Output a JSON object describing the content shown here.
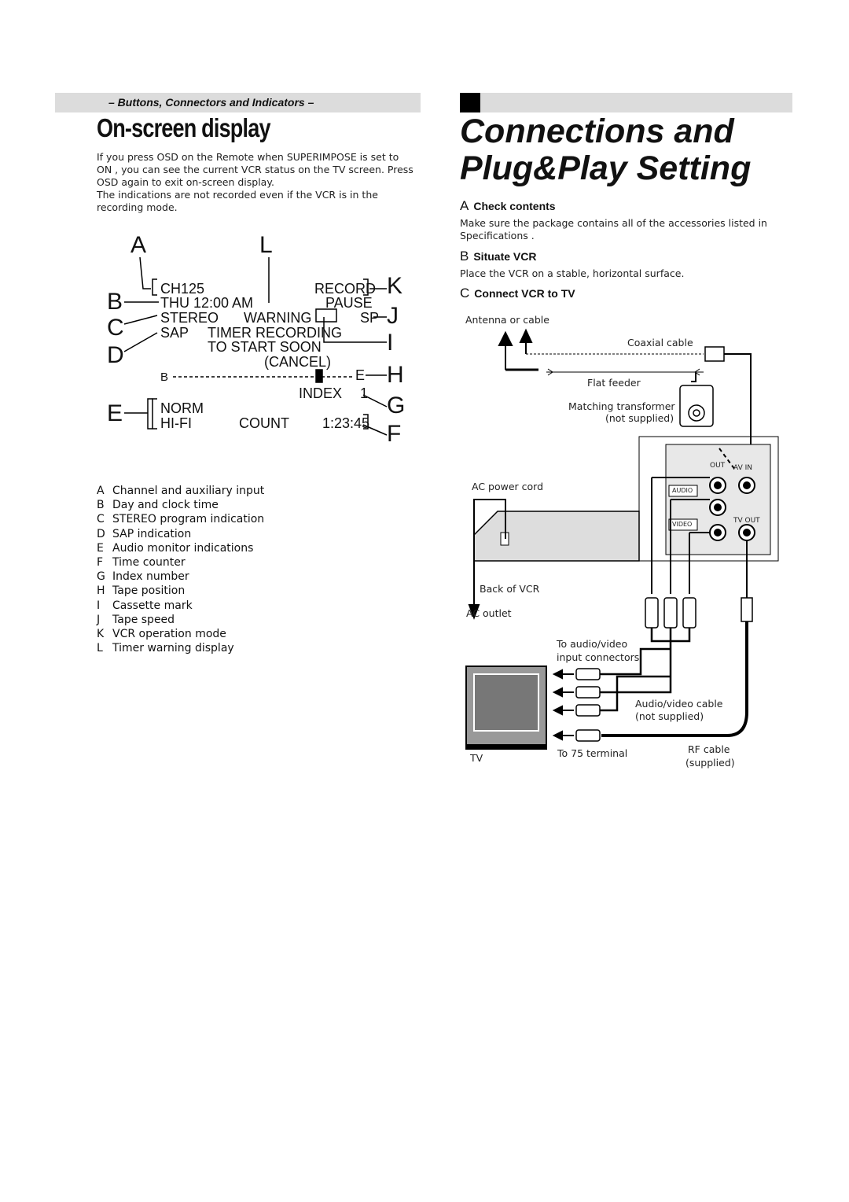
{
  "left": {
    "header_tab": "– Buttons, Connectors and Indicators –",
    "title": "On-screen display",
    "intro": [
      "If you press OSD on the Remote when  SUPERIMPOSE  is set to",
      "  ON , you can see the current VCR status on the TV screen. Press",
      "OSD again to exit on-screen display.",
      "The indications are not recorded even if the VCR is in the",
      "recording mode."
    ],
    "osd": {
      "letters": [
        "A",
        "L",
        "B",
        "C",
        "D",
        "E",
        "K",
        "J",
        "I",
        "H",
        "G",
        "F"
      ],
      "ch": "CH125",
      "record": "RECORD",
      "day_time": "THU 12:00 AM",
      "pause": "PAUSE",
      "stereo": "STEREO",
      "warning": "WARNING",
      "sp": "SP",
      "sap": "SAP",
      "timer_recording": "TIMER RECORDING",
      "to_start_soon": "TO START SOON",
      "cancel": "(CANCEL)",
      "tape_b": "B",
      "tape_e": "E",
      "index": "INDEX",
      "index_num": "1",
      "norm": "NORM",
      "hifi": "HI-FI",
      "count": "COUNT",
      "counter": "1:23:45"
    },
    "legend": [
      {
        "k": "A",
        "v": "Channel and auxiliary input"
      },
      {
        "k": "B",
        "v": "Day and clock time"
      },
      {
        "k": "C",
        "v": "STEREO program indication"
      },
      {
        "k": "D",
        "v": "SAP indication"
      },
      {
        "k": "E",
        "v": "Audio monitor indications"
      },
      {
        "k": "F",
        "v": "Time counter"
      },
      {
        "k": "G",
        "v": "Index number"
      },
      {
        "k": "H",
        "v": "Tape position"
      },
      {
        "k": "I",
        "v": "Cassette mark"
      },
      {
        "k": "J",
        "v": "Tape speed"
      },
      {
        "k": "K",
        "v": "VCR operation mode"
      },
      {
        "k": "L",
        "v": "Timer warning display"
      }
    ]
  },
  "right": {
    "title_line1": "Connections and",
    "title_line2": "Plug&Play Setting",
    "sections": [
      {
        "letter": "A",
        "heading": "Check contents",
        "text1": "Make sure the package contains all of the accessories listed in",
        "text2": "  Specifications  ."
      },
      {
        "letter": "B",
        "heading": "Situate VCR",
        "text1": "Place the VCR on a stable, horizontal surface.",
        "text2": ""
      },
      {
        "letter": "C",
        "heading": "Connect VCR to TV",
        "text1": "",
        "text2": ""
      }
    ],
    "diagram": {
      "antenna": "Antenna or cable",
      "coaxial": "Coaxial cable",
      "flat_feeder": "Flat feeder",
      "matching1": "Matching transformer",
      "matching2": "(not supplied)",
      "ac_cord": "AC power cord",
      "audio": "AUDIO",
      "video": "VIDEO",
      "out": "OUT",
      "av_in": "AV   IN",
      "tv_out": "TV OUT",
      "back_of_vcr": "Back of VCR",
      "ac_outlet": "AC outlet",
      "to_av1": "To audio/video",
      "to_av2": "input connectors",
      "av_cable1": "Audio/video cable",
      "av_cable2": "(not supplied)",
      "tv": "TV",
      "to75": "To 75     terminal",
      "rf1": "RF cable",
      "rf2": "(supplied)"
    }
  }
}
